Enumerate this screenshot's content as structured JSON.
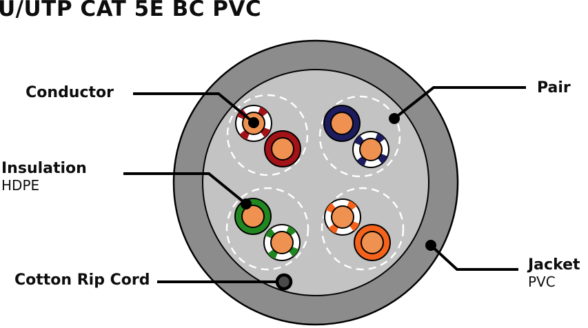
{
  "title": "U/UTP CAT 5E BC PVC",
  "labels": {
    "conductor": "Conductor",
    "insulation": "Insulation",
    "insulation_material": "HDPE",
    "rip_cord": "Cotton Rip Cord",
    "pair": "Pair",
    "jacket": "Jacket",
    "jacket_material": "PVC"
  },
  "colors": {
    "jacket": "#8c8c8c",
    "inner_filler": "#c3c3c3",
    "conductor": "#ef9150",
    "outline": "#000000",
    "pair_guide_dash": "#ffffff",
    "rip_cord": "#4a4a4a",
    "leader_line": "#000000"
  },
  "pairs": [
    {
      "name": "red-pair",
      "color": "#a31318",
      "position": "top-left",
      "wires": [
        "white-red-stripe",
        "solid-red"
      ]
    },
    {
      "name": "blue-pair",
      "color": "#1c1c5e",
      "position": "top-right",
      "wires": [
        "solid-blue",
        "white-blue-stripe"
      ]
    },
    {
      "name": "green-pair",
      "color": "#218721",
      "position": "bottom-left",
      "wires": [
        "solid-green",
        "white-green-stripe"
      ]
    },
    {
      "name": "orange-pair",
      "color": "#f4621c",
      "position": "bottom-right",
      "wires": [
        "white-orange-stripe",
        "solid-orange"
      ]
    }
  ]
}
